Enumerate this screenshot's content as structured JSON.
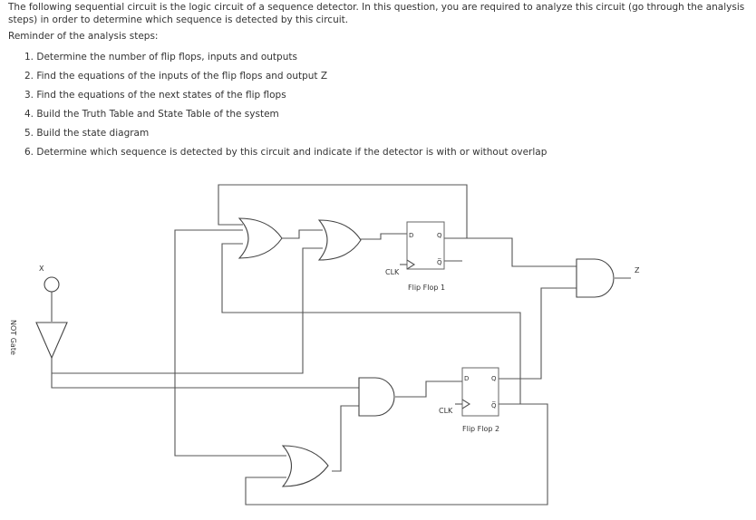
{
  "question": {
    "intro": "The following sequential circuit is the logic circuit of a sequence detector. In this question, you are required to analyze this circuit (go through the analysis steps) in order to determine which sequence is detected by this circuit.",
    "reminder": "Reminder of the analysis steps:",
    "steps": [
      "1. Determine the number of flip flops, inputs and outputs",
      "2. Find the equations of the inputs of the flip flops and output Z",
      "3. Find the equations of the next states of the flip flops",
      "4. Build the Truth Table and State Table of the system",
      "5. Build the state diagram",
      "6. Determine which sequence is detected by this circuit and indicate if the detector is with or without overlap"
    ]
  },
  "circuit": {
    "input_label": "X",
    "output_label": "Z",
    "not_gate_label": "NOT Gate",
    "flip_flops": [
      {
        "name": "Flip Flop 1",
        "d_label": "D",
        "q_label": "Q",
        "qbar_label": "Q̅",
        "clk_label": "CLK"
      },
      {
        "name": "Flip Flop 2",
        "d_label": "D",
        "q_label": "Q",
        "qbar_label": "Q̅",
        "clk_label": "CLK"
      }
    ]
  }
}
